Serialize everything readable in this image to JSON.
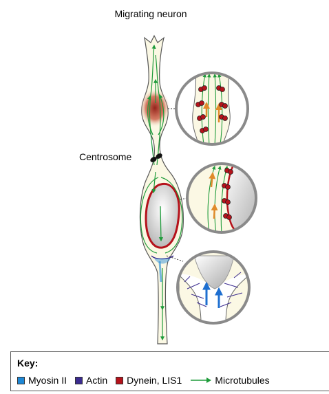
{
  "title": "Migrating neuron",
  "labels": {
    "centrosome": "Centrosome"
  },
  "key": {
    "title": "Key:",
    "items": [
      {
        "label": "Myosin II",
        "color": "#1e88d6"
      },
      {
        "label": "Actin",
        "color": "#3b2b8f"
      },
      {
        "label": "Dynein, LIS1",
        "color": "#b5121b"
      },
      {
        "label": "Microtubules",
        "color": "#1e9b3a",
        "icon": "arrow-icon"
      }
    ]
  },
  "colors": {
    "microtubule": "#1e9b3a",
    "cell_fill": "#fbf8e4",
    "dynein": "#b5121b",
    "myosin": "#1e88d6",
    "actin": "#3b2b8f",
    "lens_border": "#8a8a8a",
    "force_arrow": "#e08a2a"
  }
}
